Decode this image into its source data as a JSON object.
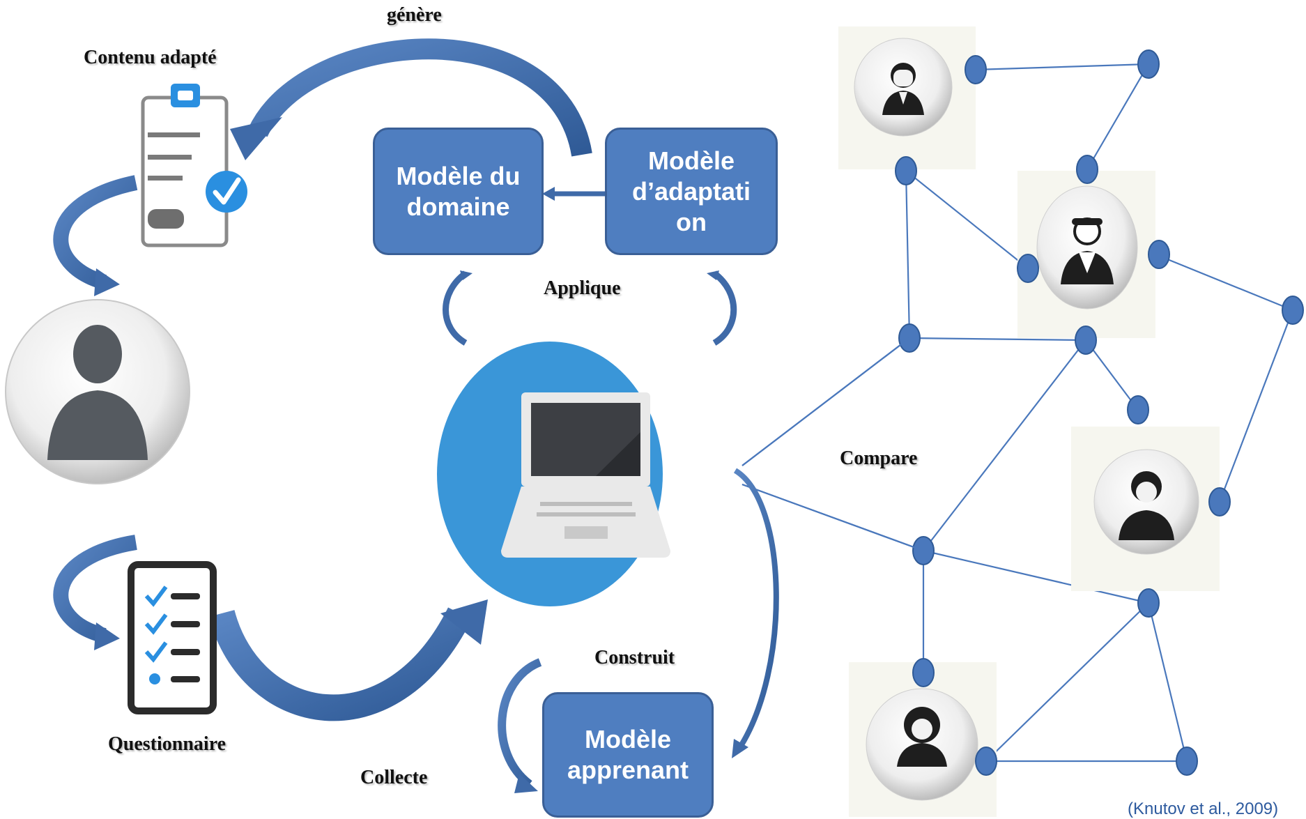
{
  "labels": {
    "genere": "génère",
    "contenu_adapte": "Contenu adapté",
    "applique": "Applique",
    "compare": "Compare",
    "construit": "Construit",
    "questionnaire": "Questionnaire",
    "collecte": "Collecte"
  },
  "boxes": {
    "domaine": "Modèle du domaine",
    "adaptation": "Modèle d’adaptati on",
    "apprenant": "Modèle apprenant"
  },
  "citation": "(Knutov et al., 2009)",
  "colors": {
    "box_fill": "#4f7ec0",
    "arrow_blue": "#3f6aa8",
    "computer_circle": "#3a96d8",
    "network_node": "#4a78bc",
    "network_line": "#4a78bc",
    "check_blue": "#2a8fe0"
  },
  "icons": {
    "document": "clipboard-check-icon",
    "user": "user-avatar-icon",
    "questionnaire": "checklist-icon",
    "computer": "laptop-icon",
    "peers": [
      "woman-glasses-avatar-icon",
      "old-man-avatar-icon",
      "woman-avatar-icon",
      "woman-curly-hair-avatar-icon"
    ]
  }
}
